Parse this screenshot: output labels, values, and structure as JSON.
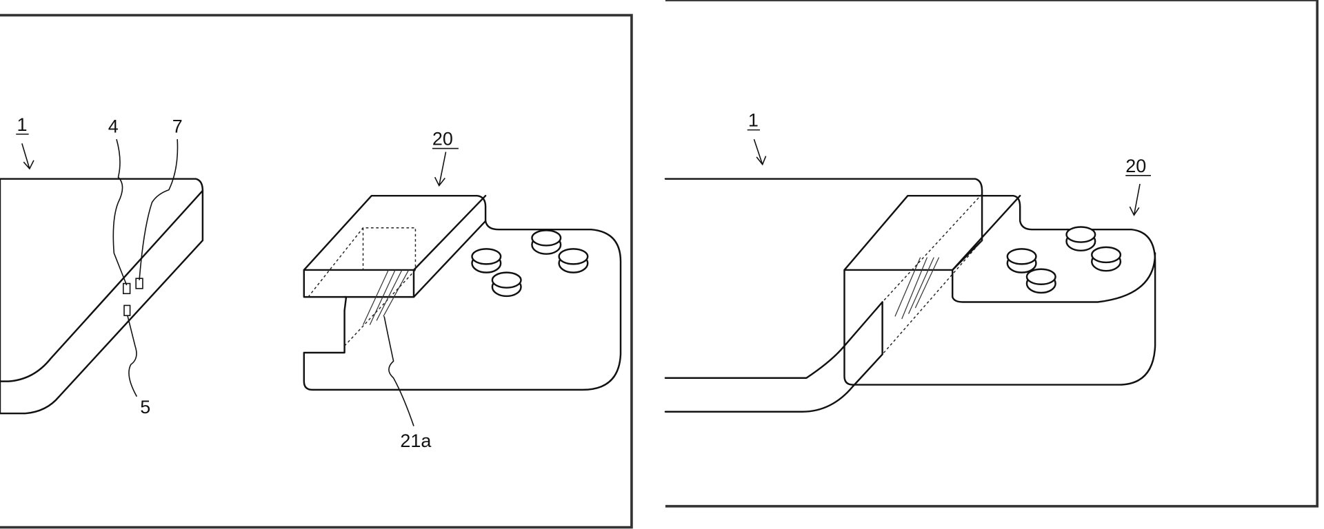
{
  "figures": [
    {
      "labels": {
        "plate": "1",
        "part_4": "4",
        "part_7": "7",
        "part_5": "5",
        "connector": "20",
        "part_21a": "21a"
      }
    },
    {
      "labels": {
        "plate": "1",
        "connector": "20"
      }
    }
  ]
}
